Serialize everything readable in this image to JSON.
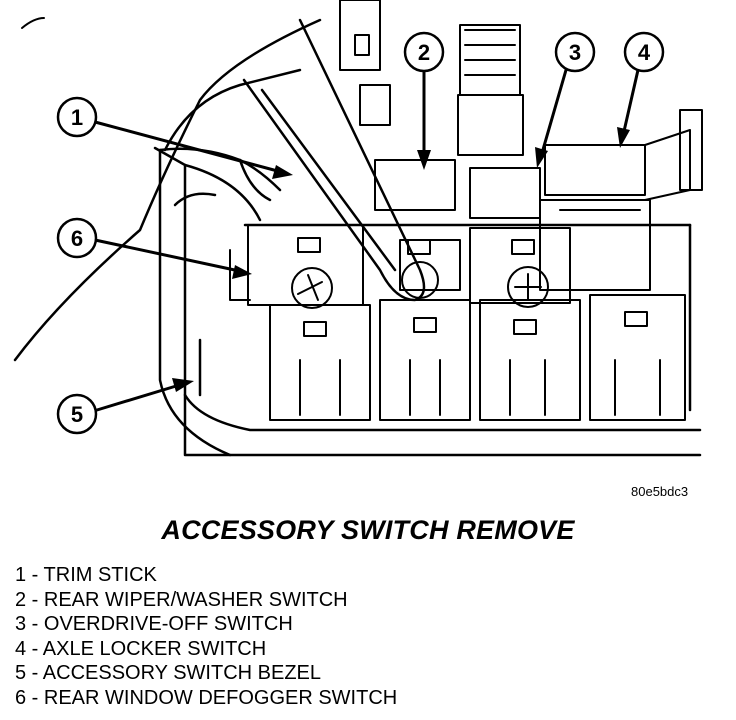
{
  "figure": {
    "code": "80e5bdc3",
    "caption": "ACCESSORY SWITCH REMOVE",
    "callouts": [
      "1",
      "2",
      "3",
      "4",
      "5",
      "6"
    ]
  },
  "legend": [
    "1 - TRIM STICK",
    "2 - REAR WIPER/WASHER SWITCH",
    "3 - OVERDRIVE-OFF SWITCH",
    "4 - AXLE LOCKER SWITCH",
    "5 - ACCESSORY SWITCH BEZEL",
    "6 - REAR WINDOW DEFOGGER SWITCH"
  ]
}
